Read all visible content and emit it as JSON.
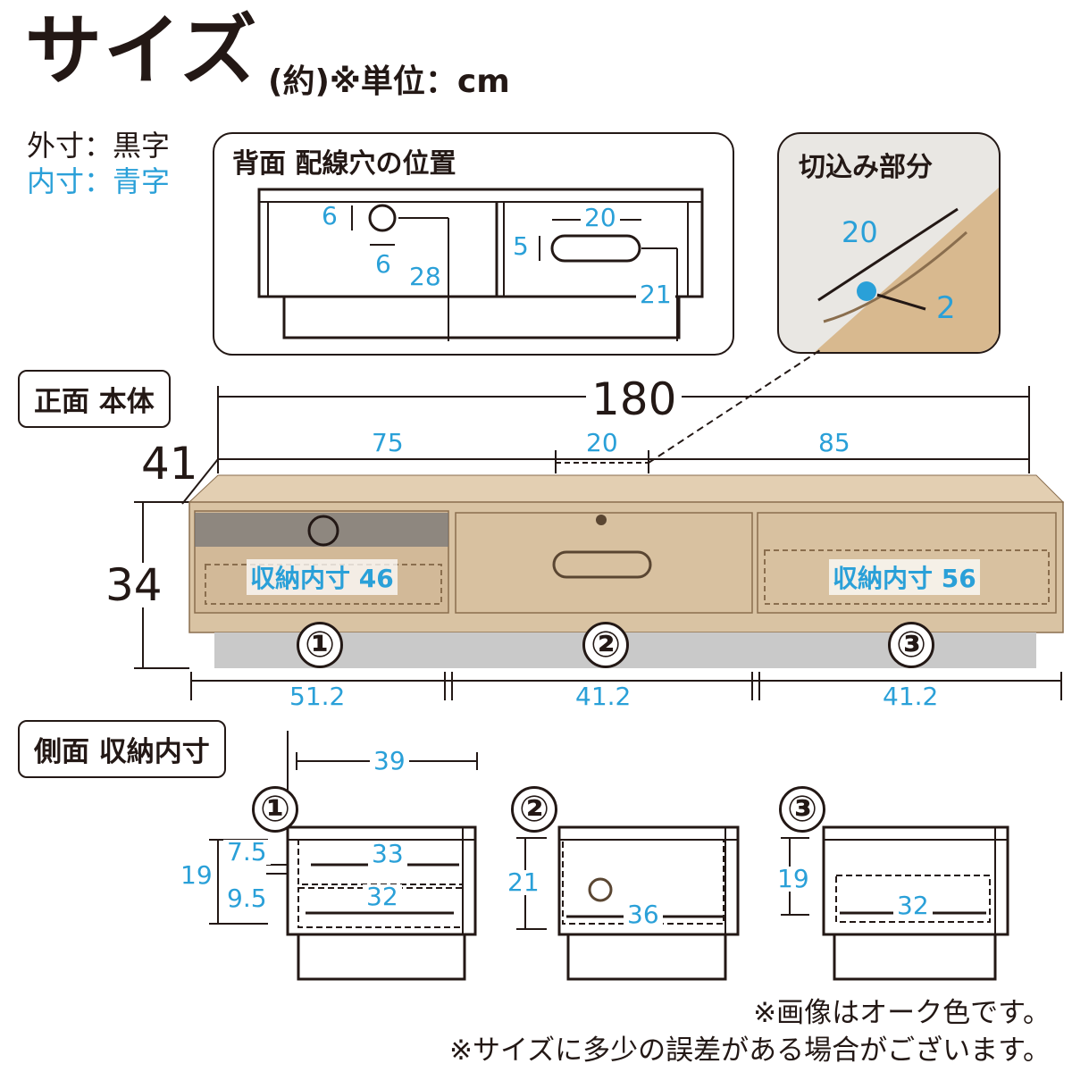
{
  "header": {
    "title": "サイズ",
    "unit": "(約)※単位：cm"
  },
  "legend": {
    "outer": "外寸：黒字",
    "inner": "内寸：青字"
  },
  "back_panel": {
    "label": "背面 配線穴の位置",
    "dims": {
      "hole_h": "6",
      "hole_w": "6",
      "hole_offset": "28",
      "slot_w": "20",
      "slot_h": "5",
      "slot_offset": "21"
    }
  },
  "notch_panel": {
    "label": "切込み部分",
    "dims": {
      "length": "20",
      "depth": "2"
    }
  },
  "front": {
    "label": "正面 本体",
    "dims": {
      "width": "180",
      "depth": "41",
      "height": "34",
      "left_seg": "75",
      "notch_w": "20",
      "right_seg": "85"
    },
    "storage_1": "収納内寸 46",
    "storage_3": "収納内寸 56",
    "compartments": [
      {
        "num": "①",
        "width": "51.2"
      },
      {
        "num": "②",
        "width": "41.2"
      },
      {
        "num": "③",
        "width": "41.2"
      }
    ]
  },
  "side": {
    "label": "側面 収納内寸",
    "depth": "39",
    "sections": [
      {
        "num": "①",
        "height": "19",
        "upper_h": "7.5",
        "lower_h": "9.5",
        "upper_w": "33",
        "lower_w": "32"
      },
      {
        "num": "②",
        "height": "21",
        "width": "36"
      },
      {
        "num": "③",
        "height": "19",
        "width": "32"
      }
    ]
  },
  "notes": {
    "line1": "※画像はオーク色です。",
    "line2": "※サイズに多少の誤差がある場合がございます。"
  },
  "colors": {
    "text": "#231815",
    "inner_dim": "#2aa0d8",
    "wood": "#d9c3a3",
    "wood_dark": "#bfa37e",
    "base": "#c9c9c9"
  }
}
